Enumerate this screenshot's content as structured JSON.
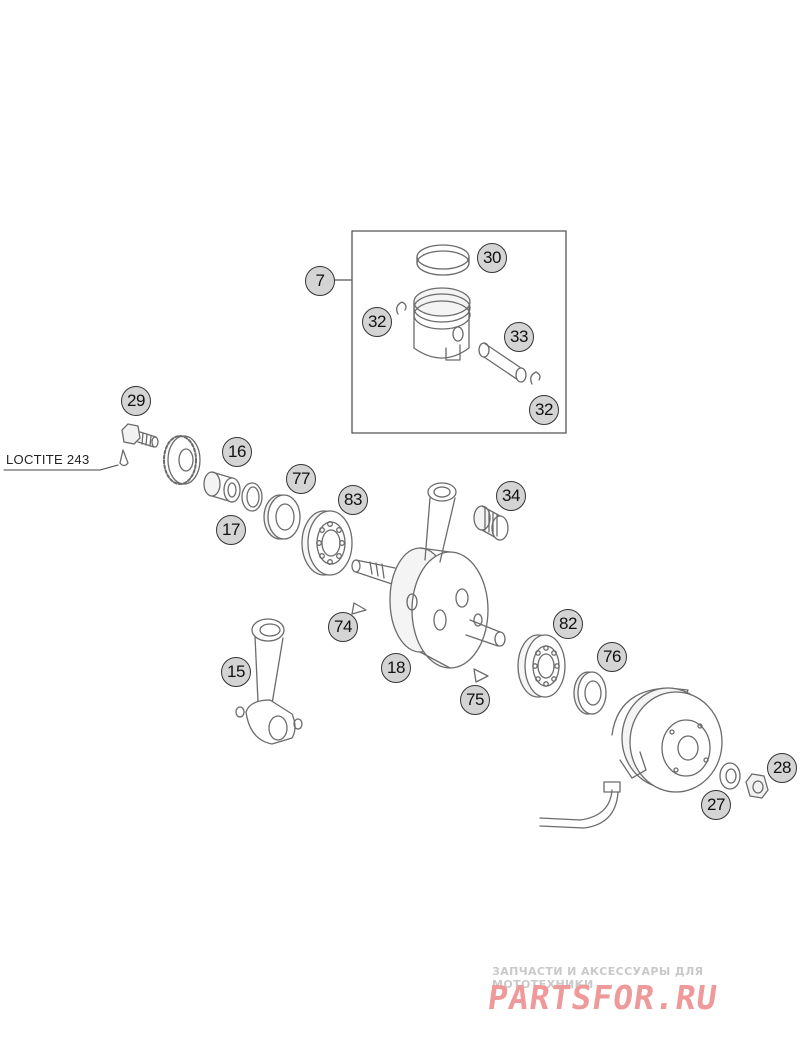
{
  "callouts": [
    {
      "id": "c7",
      "label": "7"
    },
    {
      "id": "c30",
      "label": "30"
    },
    {
      "id": "c32a",
      "label": "32"
    },
    {
      "id": "c33",
      "label": "33"
    },
    {
      "id": "c32b",
      "label": "32"
    },
    {
      "id": "c29",
      "label": "29"
    },
    {
      "id": "c16",
      "label": "16"
    },
    {
      "id": "c77",
      "label": "77"
    },
    {
      "id": "c83",
      "label": "83"
    },
    {
      "id": "c34",
      "label": "34"
    },
    {
      "id": "c17",
      "label": "17"
    },
    {
      "id": "c74",
      "label": "74"
    },
    {
      "id": "c82",
      "label": "82"
    },
    {
      "id": "c15",
      "label": "15"
    },
    {
      "id": "c18",
      "label": "18"
    },
    {
      "id": "c76",
      "label": "76"
    },
    {
      "id": "c75",
      "label": "75"
    },
    {
      "id": "c28",
      "label": "28"
    },
    {
      "id": "c27",
      "label": "27"
    }
  ],
  "note": "LOCTITE 243",
  "watermark": {
    "caption": "ЗАПЧАСТИ И АКСЕССУАРЫ ДЛЯ МОТОТЕХНИКИ",
    "logo": "PARTSFOR.RU"
  }
}
